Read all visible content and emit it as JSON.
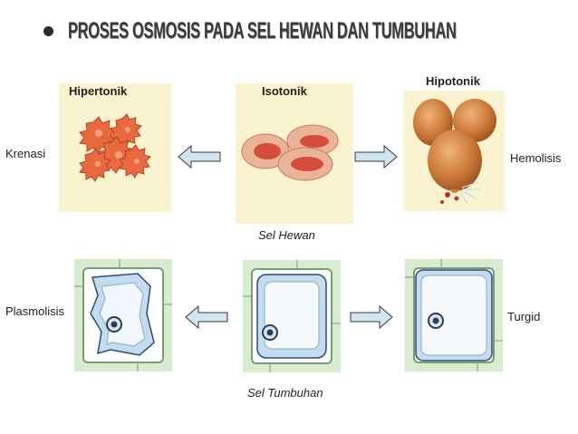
{
  "title": "PROSES OSMOSIS PADA SEL HEWAN DAN TUMBUHAN",
  "animal": {
    "hypertonic_label": "Hipertonik",
    "isotonic_label": "Isotonik",
    "hypotonic_label": "Hipotonik",
    "left_effect": "Krenasi",
    "right_effect": "Hemolisis",
    "caption": "Sel Hewan"
  },
  "plant": {
    "left_effect": "Plasmolisis",
    "right_effect": "Turgid",
    "caption": "Sel Tumbuhan"
  },
  "colors": {
    "panel_bg": "#faf3cf",
    "rbc_fill": "#e9b49a",
    "rbc_center": "#d23a2a",
    "hemolysis_cell": "#c9783c",
    "plant_wall": "#d8ecd0",
    "plant_membrane": "#8fb7d6",
    "arrow_fill": "#cfe6f0"
  }
}
